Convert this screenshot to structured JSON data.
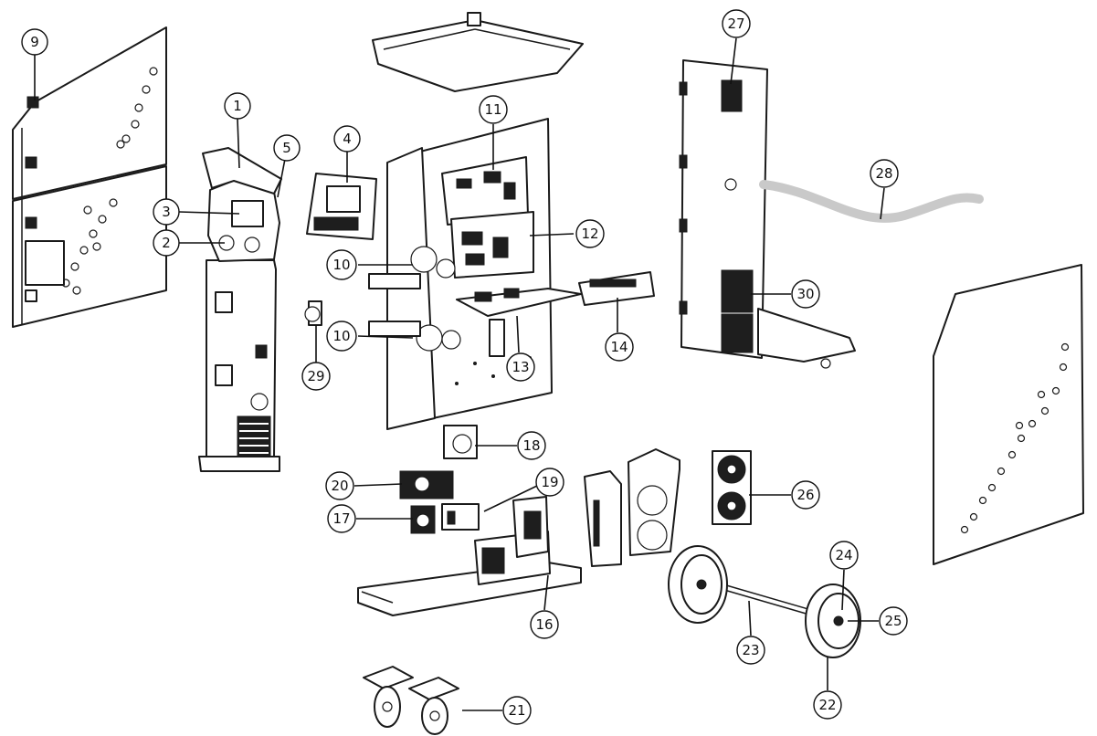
{
  "callouts": [
    {
      "id": "c1",
      "label": "1"
    },
    {
      "id": "c2",
      "label": "2"
    },
    {
      "id": "c3",
      "label": "3"
    },
    {
      "id": "c4",
      "label": "4"
    },
    {
      "id": "c5",
      "label": "5"
    },
    {
      "id": "c9",
      "label": "9"
    },
    {
      "id": "c10a",
      "label": "10"
    },
    {
      "id": "c10b",
      "label": "10"
    },
    {
      "id": "c11",
      "label": "11"
    },
    {
      "id": "c12",
      "label": "12"
    },
    {
      "id": "c13",
      "label": "13"
    },
    {
      "id": "c14",
      "label": "14"
    },
    {
      "id": "c16",
      "label": "16"
    },
    {
      "id": "c17",
      "label": "17"
    },
    {
      "id": "c18",
      "label": "18"
    },
    {
      "id": "c19",
      "label": "19"
    },
    {
      "id": "c20",
      "label": "20"
    },
    {
      "id": "c21",
      "label": "21"
    },
    {
      "id": "c22",
      "label": "22"
    },
    {
      "id": "c23",
      "label": "23"
    },
    {
      "id": "c24",
      "label": "24"
    },
    {
      "id": "c25",
      "label": "25"
    },
    {
      "id": "c26",
      "label": "26"
    },
    {
      "id": "c27",
      "label": "27"
    },
    {
      "id": "c28",
      "label": "28"
    },
    {
      "id": "c29",
      "label": "29"
    },
    {
      "id": "c30",
      "label": "30"
    }
  ],
  "colors": {
    "line": "#1a1a1a",
    "cable": "#c9c9c9",
    "background": "#ffffff"
  }
}
